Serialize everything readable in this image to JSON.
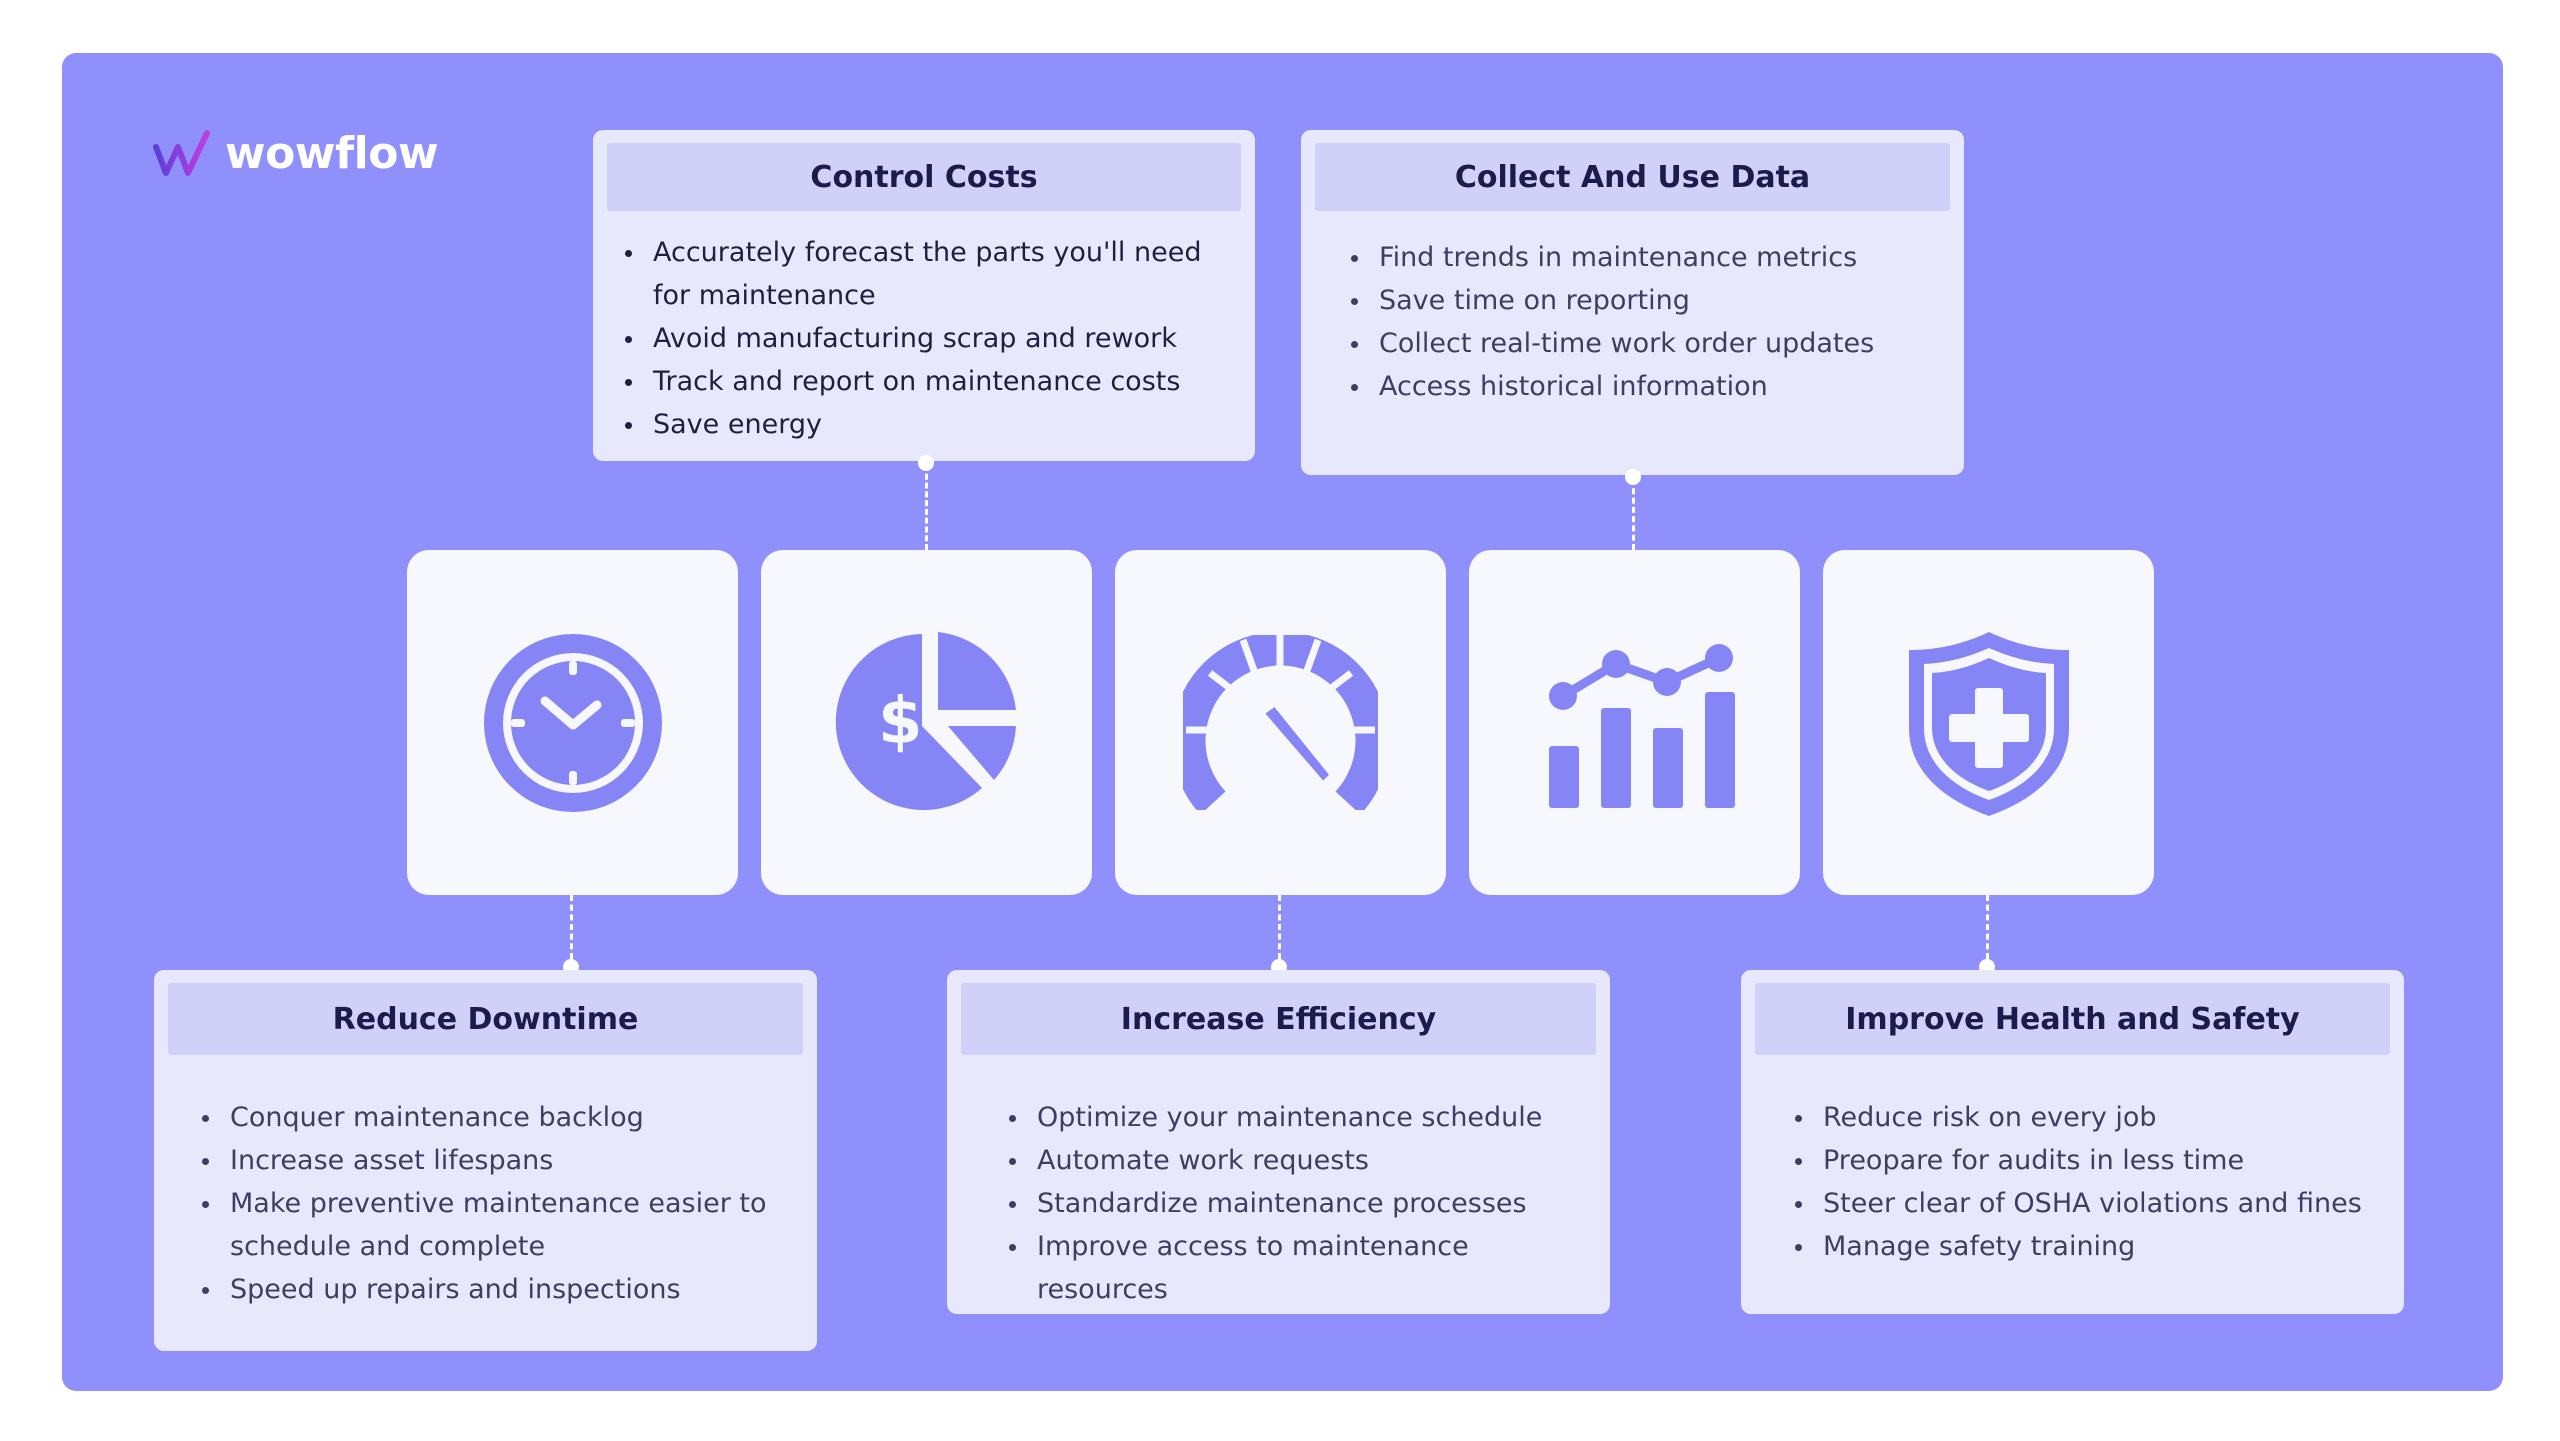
{
  "brand": {
    "name": "wowflow",
    "icon": "wowflow-logo-icon",
    "colors": {
      "panel": "#9090fd",
      "card": "#e8e8fd",
      "card_header": "#d0d0f9",
      "icon": "#8585f6",
      "tile": "#f7f7fe"
    }
  },
  "top_cards": [
    {
      "title": "Control Costs",
      "items": [
        "Accurately forecast the parts you'll need for maintenance",
        "Avoid manufacturing scrap and rework",
        "Track and report on maintenance costs",
        "Save energy"
      ]
    },
    {
      "title": "Collect And Use Data",
      "items": [
        "Find trends in maintenance metrics",
        "Save time on reporting",
        "Collect real-time work order updates",
        "Access historical information"
      ]
    }
  ],
  "tiles": [
    {
      "icon": "clock-icon"
    },
    {
      "icon": "pie-chart-dollar-icon"
    },
    {
      "icon": "speedometer-icon"
    },
    {
      "icon": "bar-line-chart-icon"
    },
    {
      "icon": "shield-cross-icon"
    }
  ],
  "bottom_cards": [
    {
      "title": "Reduce Downtime",
      "items": [
        "Conquer maintenance backlog",
        "Increase asset lifespans",
        "Make preventive maintenance easier to schedule and complete",
        "Speed up repairs and inspections"
      ]
    },
    {
      "title": "Increase Efficiency",
      "items": [
        "Optimize your maintenance schedule",
        "Automate work requests",
        "Standardize maintenance processes",
        "Improve access to maintenance resources"
      ]
    },
    {
      "title": "Improve Health and Safety",
      "items": [
        "Reduce risk on every job",
        "Preopare for audits in less time",
        "Steer clear of OSHA violations and fines",
        "Manage safety training"
      ]
    }
  ]
}
